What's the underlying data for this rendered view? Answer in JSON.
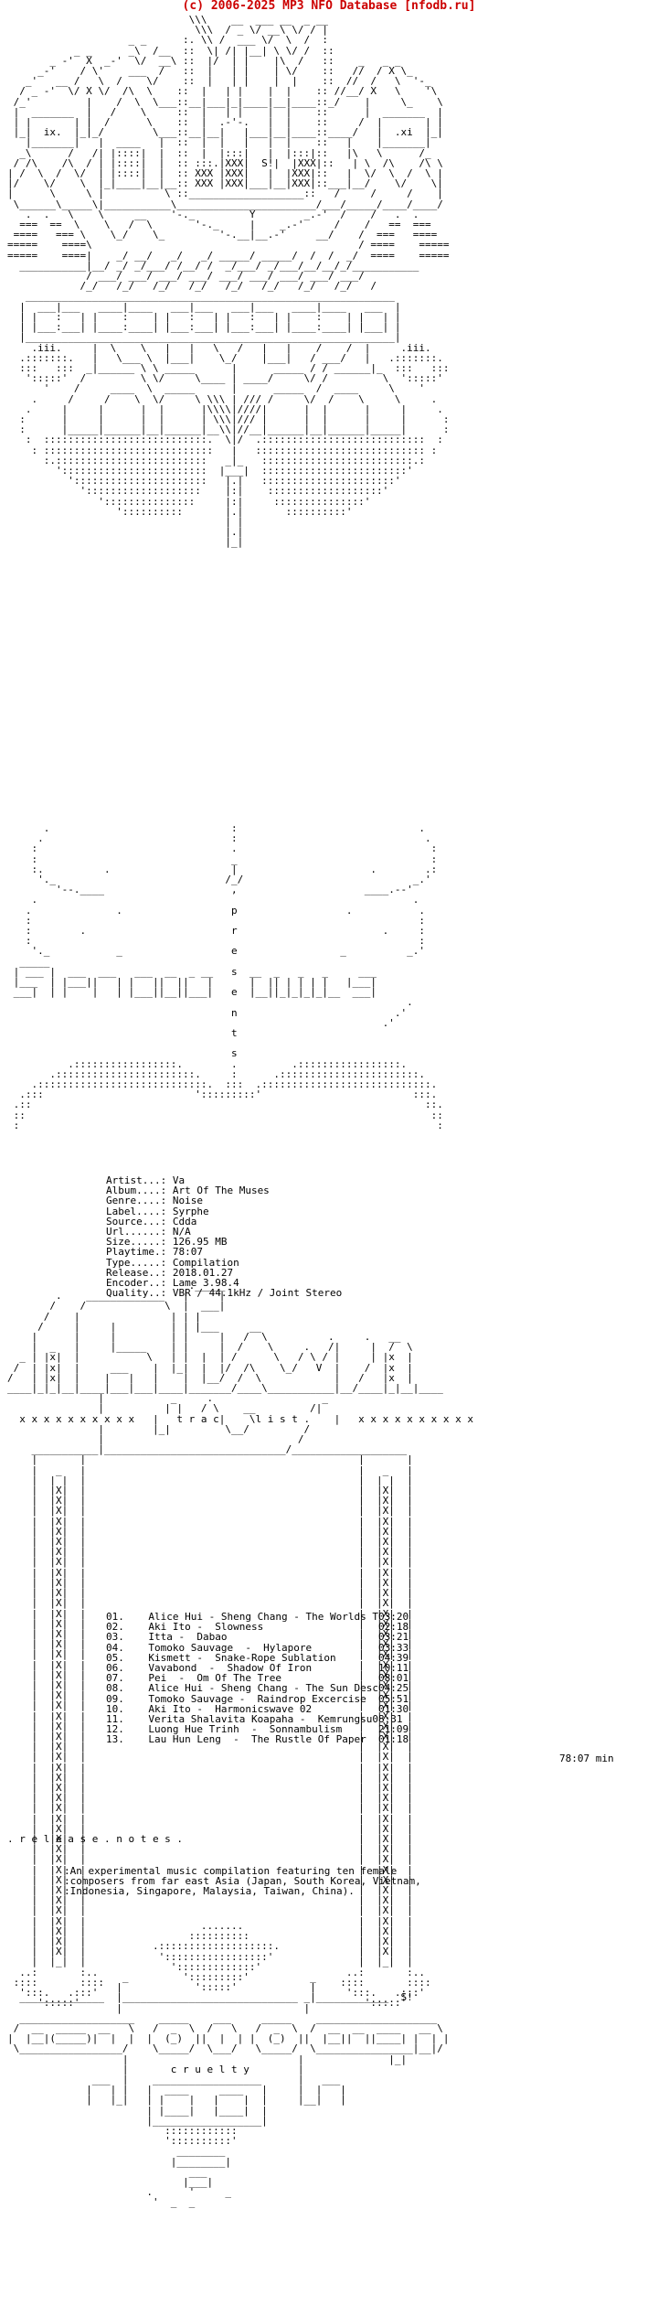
{
  "banner": {
    "text": "(c) 2006-2025 MP3 NFO Database [nfodb.ru]",
    "color": "#cc0000"
  },
  "nfo": {
    "info_lines": [
      "Artist...: Va",
      "Album....: Art Of The Muses",
      "Genre....: Noise",
      "Label....: Syrphe",
      "Source...: Cdda",
      "Url......: N/A",
      "Size.....: 126.95 MB",
      "Playtime.: 78:07",
      "Type.....: Compilation",
      "Release..: 2018.01.27",
      "Encoder..: Lame 3.98.4",
      "Quality..: VBR / 44.1kHz / Joint Stereo"
    ],
    "tracklist_heading": "trac|    \\list.",
    "tracks": [
      "01.    Alice Hui - Sheng Chang - The Worlds T03:20",
      "02.    Aki Ito -  Slowness                   02:18",
      "03.    Itta -  Dabao                         03:21",
      "04.    Tomoko Sauvage  -  Hylapore           03:33",
      "05.    Kismett -  Snake-Rope Sublation       04:39",
      "06.    Vavabond  -  Shadow Of Iron           10:11",
      "07.    Pei  -  Om Of The Tree                08:01",
      "08.    Alice Hui - Sheng Chang - The Sun Desc04:25",
      "09.    Tomoko Sauvage -  Raindrop Excercise  05:51",
      "10.    Aki Ito -  Harmonicswave 02           01:30",
      "11.    Verita Shalavita Koapaha -  Kemrungsu08:31",
      "12.    Luong Hue Trinh  -  Sonnambulism      21:09",
      "13.    Lau Hun Leng  -  The Rustle Of Paper  01:18"
    ],
    "total_time": "78:07 min",
    "release_notes_heading": ". r e l e a s e . n o t e s .",
    "release_notes": [
      ":An experimental music compilation featuring ten female",
      ":composers from far east Asia (Japan, South Korea, Vietnam,",
      ":Indonesia, Singapore, Malaysia, Taiwan, China)."
    ]
  },
  "art": {
    "top": [
      "                              \\\\\\    __  ___ __  _ __",
      "                               \\\\\\  / _ \\/ __\\ \\/ / |",
      "                    _ _      :. \\\\ /  ___ \\/  \\  /  :",
      "           _ _      _\\  /__  ::  \\| /| |__| \\ \\/ /  ::",
      "       _ -'  X  _-'  \\/  __\\ ::  |/  | |    |\\  /   ::    _   _ _",
      "     _-'    / \\'    ___  /   ::  |   | |    | \\/    ::   //  / X \\_",
      "   _'   __ /   \\  /    \\/    ::  |   | |    |  |    ::  //  /   \\  '-_",
      "  / _ -'  \\/ X \\/  /\\  \\    ::  |   | |    |  |    :: //__/ X   \\    '\\",
      " /_'         |    /  \\  \\___::__|___|_|____|__|____::_/    |     \\_    \\",
      " |  _______  |   /    \\     ::  |   | |    |  |    ::      |  _______  |",
      " | |       | |  /      \\    ::  |  .-'-.   |  |    ::     /  |       | |",
      " |_|  ix.  |_|_/        \\___::__|__|   |___|__|____::____/   |  .xi  |_|",
      "   |_______|   |  ____   |  ::  |  |   |   |  |    ::   |    |_______|",
      "  _\\      /   /| |::::|  |  ::  |  |:::|   |  |:::|::   |\\   \\      /_",
      " / /\\    /\\  / | |::::|  |  :: :::.|XXX|  S!|  |XXX|::   | \\  /\\    /\\ \\",
      "| /  \\  /  \\/  | |::::|  |  :: XXX |XXX|   |  |XXX|::   |  \\/  \\  /  \\ |",
      "|/    \\/    \\  |_|____|__|__:: XXX |XXX|___|__|XXX|::___|__/    \\/    \\|",
      "|      \\     \\ |          \\ ::___________________::   /     /     /    |",
      " \\______\\_____\\|___________\\_______________________/___/_____/____/____/",
      "   .  .   \\    \\     __    '-._         Y        _.-'  /    /   .  .",
      "  ===  ==  \\    \\   /  \\       '-._     |    _.-'     /    /   ==  ===",
      " ====   === \\    \\_/    \\_         '-.__|__.-'     __/    /  ===   ====",
      "=====    ====\\                                            / ====    =====",
      "=====    ====|    _/ __/   _/   _/ _____/ _____/  /  /  _/  ====    =====",
      "  ___________|__/ _/ _/___/ /__/ /  _/___/ _/___/__/__/_/___________",
      "             / ___/ ___/ ___/ ___/ ___/ ___/ ___/ ___/ ___/",
      "            /_/   /_/   /_/   /_/   /_/   /_/   /_/   /_/   /",
      "   _____________________________________________________________",
      "  |  ___|___   ____|____   ___|___   ___|___   ____|____   ___  |",
      "  | |   :   | |    :    | |   :   | |   :   | |    :    | |   | |",
      "  | |___:___| |____:____| |___:___| |___:___| |____:____| |___| |",
      "  |_____________________________________________________________|",
      "    .iii.     |  \\    \\   |   |   \\   /   |   |    /    /  |     .iii.",
      "  .:::::::.   |   \\___ \\  |___|    \\_/    |___|   / ___/   |   .:::::::.",
      "  :::   :::  _|______ \\ \\ _____      |      _____ / / ______|_  :::   :::",
      "   ':::::'  /         \\ \\/     \\____ | ____/     \\/ /         \\  ':::::'",
      "      '    /     ____  \\  _____      |      _____  /  ____     \\    '",
      "    .     /     /    \\  \\/     \\ \\\\\\ | /// /     \\/  /    \\     \\     .",
      "   .     |     |      |  |      |\\\\\\\\|////|      |  |      |     |     .",
      "  :      |     |      |  |      | \\\\\\|/// |      |  |      |     |      :",
      "  :      |_____|______|__|______|__\\\\|//__|______|__|______|_____|      :",
      "   :  :::::::::::::::::::::::::::.  \\|/  .:::::::::::::::::::::::::::  :",
      "    : ::::::::::::::::::::::::::::   |   :::::::::::::::::::::::::::: :",
      "      :.:::::::::::::::::::::::::   _|_   :::::::::::::::::::::::::.:",
      "        '::::::::::::::::::::::::  |___|  ::::::::::::::::::::::::'",
      "          '::::::::::::::::::::::   |.|   ::::::::::::::::::::::'",
      "            ':::::::::::::::::::    |:|    :::::::::::::::::::'",
      "               ':::::::::::::::     |:|     :::::::::::::::'",
      "                  '::::::::::       |.|       ::::::::::'",
      "                                    | |",
      "                                    |.|",
      "                                    |_|"
    ],
    "presents": [
      "      .                              :                              .",
      "     .                               :                               .",
      "    :                                .                                :",
      "    :                                _                                :",
      "    :.          .                    |                      .        .:",
      "     '._                            /_/                            _.'",
      "        '--.____                     ,                     ____.--'",
      "    .                                                              .",
      "   .              .                  p                  .           .",
      "   :                                                                :",
      "   :        .                        r                        .     :",
      "   :                                                                :",
      "    '._           _                  e                 _          _.'",
      "  _____                                                        ",
      " | ___ |  ___  ___   ___  __  _ __   s  __  _   _   _     ___  ",
      " |___  | |___||   | |   ||  ||   |      |  || | | | |   |___| ",
      " ___|  | |    |   | |___||__||___|   e  |__||_|_|_|_|__  ___| ",
      "                                                                  .",
      "                                     n                          .'",
      "                                                              .'",
      "                                     t                      ",
      "                                                                  ",
      "                                     s                          ",
      "          .:::::::::::::::::.        .         .:::::::::::::::::.",
      "       .:::::::::::::::::::::::.     :      .:::::::::::::::::::::::.",
      "    .::::::::::::::::::::::::::::.  :::  .::::::::::::::::::::::::::::.",
      "  .:::                         ':::::::::'                         :::.",
      " .::                                                                 ::.",
      " ::                                                                   ::",
      " :                                                                     :"
    ],
    "tracklist": [
      "                              ._____",
      "        .    _____________   |     |",
      "       /    /             \\  |  ___|",
      "      /    |               | | |",
      "     /     |     |         | | |___     __",
      "    |      |     |         | |     |   /  \\          .     .   __",
      "    |  _   |     |_____    | |     |  /    \\     .   /|     |  /  \\",
      "  _ | |x|  |           \\   | |  |  | /      \\   / \\ / |     | |x  |",
      " /  | |x|  |     ___    |  |_|  |  |/  /\\    \\_/   V  |    /  |x  |",
      "/   | |x|  |    |   |   |    |  |__/  /  \\            |   /   |x  |",
      "____|_|_|__|____|___|___|____|_______/____\\___________|__/____|_|__|____",
      "               |           _     .                  _",
      "               |          | |   / \\    __         /|",
      "  x x x x x x x x x x   |   t r a c|    \\l i s t .    |   x x x x x x x x x x",
      "               |        |_|         \\__/         /",
      "               |                                /",
      "    ___________|______________________________/___________________",
      "    |       |                                             |       |",
      "    |   _   |                                             |   _   |",
      "    |  | |  |                                             |  | |  |",
      "    |  |X|  |                                             |  |X|  |",
      "    |  |X|  |                                             |  |X|  |",
      "    |  |X|  |                                             |  |X|  |",
      "    |  |X|  |                                             |  |X|  |",
      "    |  |X|  |                                             |  |X|  |",
      "    |  |X|  |                                             |  |X|  |",
      "    |  |X|  |                                             |  |X|  |",
      "    |  |X|  |                                             |  |X|  |",
      "    |  |X|  |                                             |  |X|  |",
      "    |  |X|  |                                             |  |X|  |",
      "    |  |X|  |                                             |  |X|  |",
      "    |  |X|  |                                             |  |X|  |",
      "    |  |X|  |                                             |  |X|  |",
      "    |  |X|  |                                             |  |X|  |",
      "    |  |X|  |                                             |  |X|  |",
      "    |  |X|  |                                             |  |X|  |",
      "    |  |X|  |                                             |  |X|  |",
      "    |  |X|  |                                             |  |X|  |",
      "    |  |X|  |                                             |  |X|  |",
      "    |  |X|  |                                             |  |X|  |",
      "    |  |X|  |                                             |  |X|  |",
      "    |  |X|  |                                             |  |X|  |",
      "    |  |X|  |                                             |  |X|  |",
      "    |  |X|  |                                             |  |X|  |",
      "    |  |X|  |                                             |  |X|  |",
      "    |  |X|  |                                             |  |X|  |",
      "    |  |X|  |                                             |  |X|  |",
      "    |  |X|  |                                             |  |X|  |",
      "    |  |X|  |                                             |  |X|  |",
      "    |  |X|  |                                             |  |X|  |",
      "    |  |X|  |                                             |  |X|  |",
      "    |  |X|  |                                             |  |X|  |",
      "    |  |X|  |                                             |  |X|  |",
      "    |  |X|  |                                             |  |X|  |",
      "    |  |X|  |                                             |  |X|  |",
      "    |  |X|  |                                             |  |X|  |",
      "    |  |X|  |                                             |  |X|  |",
      "    |  |X|  |                                             |  |X|  |",
      "    |  |X|  |                                             |  |X|  |",
      "    |  |X|  |                                             |  |X|  |",
      "    |  |X|  |                                             |  |X|  |",
      "    |  |X|  |                                             |  |X|  |",
      "    |  |X|  |                                             |  |X|  |",
      "    |  |X|  |                                             |  |X|  |",
      "    |  |X|  |                                             |  |X|  |",
      "    |  |X|  |                                             |  |X|  |",
      "    |  |_|  |                                             |  |_|  |",
      "  ..:       :..                                         ..:       :..",
      " ::::       ::::                                       ::::       ::::",
      "  ':::.   .:::'                                         ':::.   .:::'",
      "     ':::::'                                               ':::::'"
    ],
    "bottom": [
      "                                .......",
      "                              ::::::::::",
      "                        .:::::::::::::::::::.",
      "                         ':::::::::::::::::'",
      "                           ':::::::::::::'",
      "                   _         ':::::::::'          _",
      "                  |            ':::::'            |",
      "  ______________  |_____________________________ _|____________  S!",
      "                  |                              |",
      "  ___________________    _____    ___     _____    ____________________",
      " /  __  _____  __   \\   /  _  \\  /   \\   /  _  \\  /  __  __  ____   __ \\",
      "|  |__|(_____)|  |  |  |  (_)  ||  |  | |  (_)  ||  |__||  ||____| |  | |",
      " \\_________________/    \\_____/  \\___/   \\_____/  \\________________|__|/",
      "                   |                            |              |_|",
      "                   |       c r u e l t y        |",
      "              ___  |    __________________      |   ___",
      "             |   | |   |  ____     ____   |     |  |   |",
      "             |   |_|   | |    |   |    |  |     |__|   |",
      "                       | |____|   |____|  |",
      "                       |__________________|",
      "                          ::::::::::::",
      "                          '::::::::::'",
      "                            ________",
      "                           |________|",
      "                              ___",
      "                             |___|",
      "                       .      '     _",
      "                        '  _  _"
    ]
  }
}
